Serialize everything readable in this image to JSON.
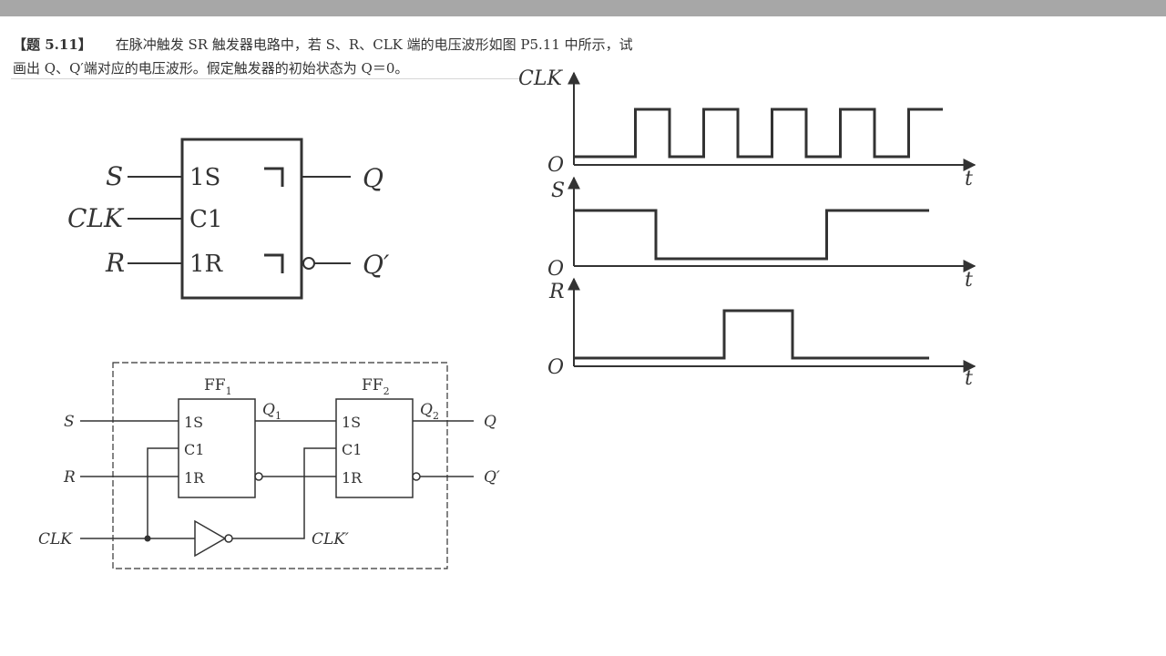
{
  "problem": {
    "number": "【题 5.11】",
    "line1": "在脉冲触发 SR 触发器电路中，若 S、R、CLK 端的电压波形如图 P5.11 中所示，试",
    "line2": "画出 Q、Q′端对应的电压波形。假定触发器的初始状态为 Q＝0。"
  },
  "symbol": {
    "in_s": "S",
    "in_clk": "CLK",
    "in_r": "R",
    "pin_1s": "1S",
    "pin_c1": "C1",
    "pin_1r": "1R",
    "out_q": "Q",
    "out_qn": "Q′"
  },
  "internal": {
    "ff1": "FF",
    "ff1_sub": "1",
    "ff2": "FF",
    "ff2_sub": "2",
    "q1": "Q",
    "q1_sub": "1",
    "q2": "Q",
    "q2_sub": "2",
    "pin_1s": "1S",
    "pin_c1": "C1",
    "pin_1r": "1R",
    "in_s": "S",
    "in_r": "R",
    "in_clk": "CLK",
    "clk_prime": "CLK′",
    "out_q": "Q",
    "out_qn": "Q′"
  },
  "waveforms": {
    "origin": "O",
    "time": "t",
    "clk": {
      "label": "CLK",
      "x": [
        0,
        0.5,
        0.5,
        1.0,
        1.0,
        1.5,
        1.5,
        2.0,
        2.0,
        2.5,
        2.5,
        3.0,
        3.0,
        3.5,
        3.5,
        4.0,
        4.0,
        4.5,
        4.5,
        5.0
      ],
      "y": [
        0,
        0,
        1,
        1,
        0,
        0,
        1,
        1,
        0,
        0,
        1,
        1,
        0,
        0,
        1,
        1,
        0,
        0,
        1,
        1
      ]
    },
    "s": {
      "label": "S",
      "x": [
        0,
        1.2,
        1.2,
        3.7,
        3.7,
        5.2
      ],
      "y": [
        1,
        1,
        0,
        0,
        1,
        1
      ]
    },
    "r": {
      "label": "R",
      "x": [
        0,
        2.2,
        2.2,
        3.2,
        3.2,
        5.2
      ],
      "y": [
        0,
        0,
        1,
        1,
        0,
        0
      ]
    }
  }
}
